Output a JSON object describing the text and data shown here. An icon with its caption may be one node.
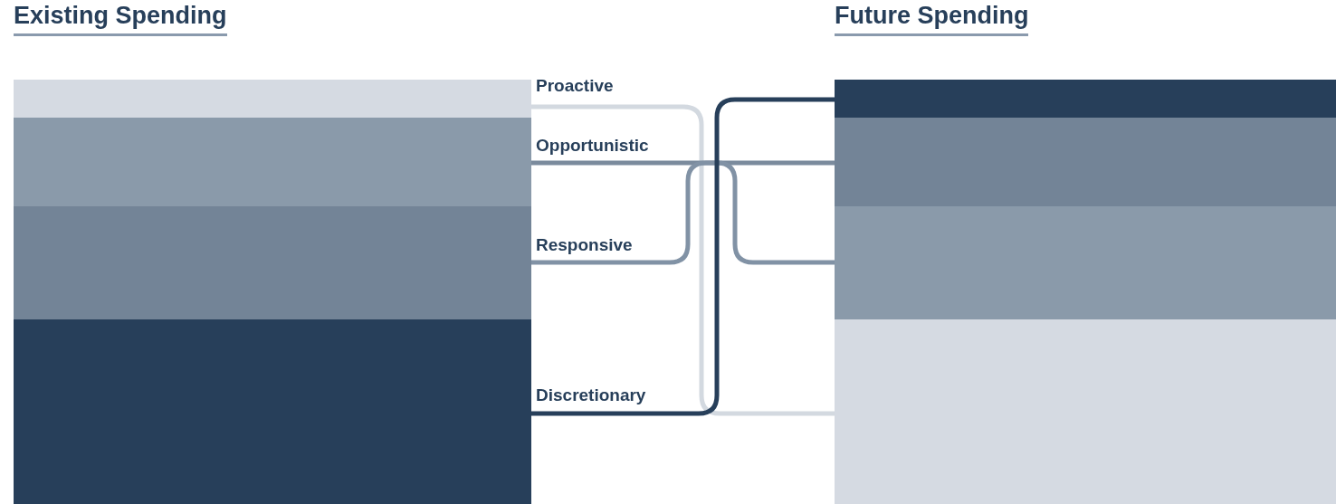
{
  "diagram": {
    "nodes": [
      {
        "text": [
          "Proactive"
        ]
      },
      {
        "text": [
          "Opportunistic"
        ]
      },
      {
        "text": [
          "Responsive"
        ]
      },
      {
        "text": [
          "Discretionary"
        ]
      },
      {
        "text": [],
        "shape": "bar"
      },
      {
        "text": [],
        "shape": "bar"
      },
      {
        "text": [],
        "shape": "bar"
      },
      {
        "text": [],
        "shape": "bar"
      }
    ],
    "edges": [
      {
        "from": 0,
        "to": 7,
        "arrow": "none",
        "color": "#d3d9e0"
      },
      {
        "from": 1,
        "to": 5,
        "arrow": "none",
        "color": "#7b8b9d"
      },
      {
        "from": 2,
        "to": 6,
        "arrow": "none",
        "color": "#8192a5"
      },
      {
        "from": 3,
        "to": 4,
        "arrow": "none",
        "color": "#273f5a"
      }
    ],
    "labels": [
      "Existing Spending",
      "Future Spending"
    ]
  }
}
